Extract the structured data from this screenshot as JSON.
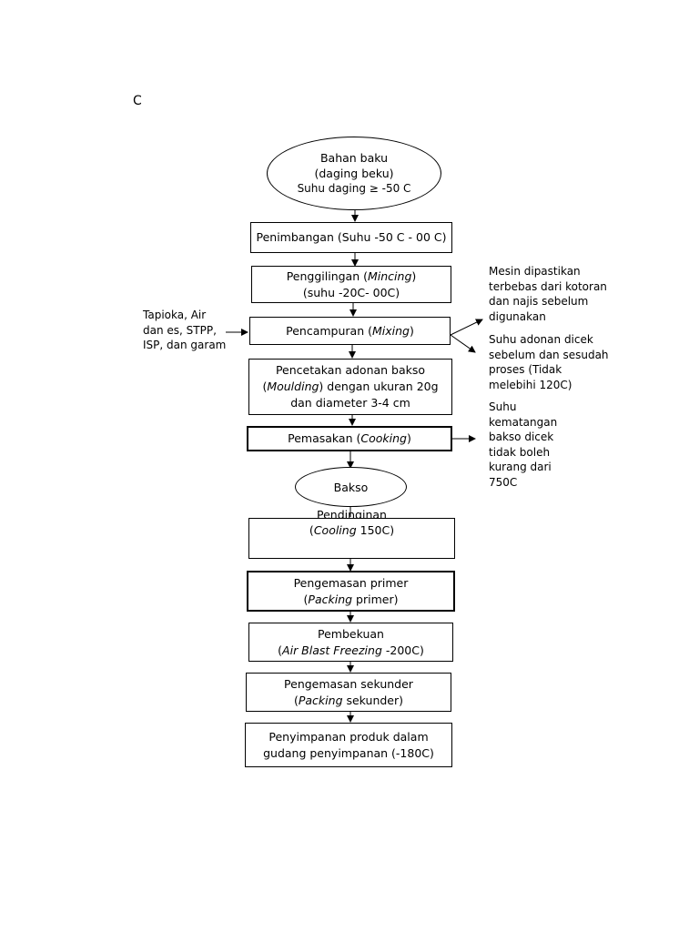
{
  "corner_label": "C",
  "start": {
    "line1": "Bahan baku",
    "line2": "(daging beku)",
    "line3": "Suhu daging ≥ -50 C"
  },
  "steps": [
    {
      "line1_pre": "Penimbangan (Suhu -50 C - 00 C)"
    },
    {
      "line1_pre": "Penggilingan (",
      "line1_it": "Mincing",
      "line1_post": ")",
      "line2": "(suhu -20C- 00C)"
    },
    {
      "line1_pre": "Pencampuran (",
      "line1_it": "Mixing",
      "line1_post": ")"
    },
    {
      "line1_pre": "Pencetakan adonan bakso",
      "line2_pre": "(",
      "line2_it": "Moulding",
      "line2_post": ") dengan ukuran 20g",
      "line3": "dan diameter 3-4 cm"
    },
    {
      "line1_pre": "Pemasakan (",
      "line1_it": "Cooking",
      "line1_post": ")"
    },
    {
      "label": "Bakso"
    },
    {
      "line1_pre": "Pendinginan",
      "line2_pre": "(",
      "line2_it": "Cooling",
      "line2_post": " 150C)"
    },
    {
      "line1_pre": "Pengemasan primer",
      "line2_pre": "(",
      "line2_it": "Packing",
      "line2_post": " primer)"
    },
    {
      "line1_pre": "Pembekuan",
      "line2_pre": "(",
      "line2_it": "Air Blast Freezing",
      "line2_post": " -200C)"
    },
    {
      "line1_pre": "Pengemasan sekunder",
      "line2_pre": "(",
      "line2_it": "Packing",
      "line2_post": " sekunder)"
    },
    {
      "line1_pre": "Penyimpanan produk dalam",
      "line2_pre": "gudang penyimpanan (-180C)"
    }
  ],
  "notes": {
    "ingredients": [
      "Tapioka, Air",
      "dan es, STPP,",
      "ISP, dan garam"
    ],
    "machine": [
      "Mesin dipastikan",
      "terbebas dari kotoran",
      "dan najis sebelum",
      "digunakan"
    ],
    "dough_temp": [
      "Suhu adonan dicek",
      "sebelum dan sesudah",
      "proses (Tidak",
      "melebihi 120C)"
    ],
    "cook_temp": [
      "Suhu",
      "kematangan",
      "bakso dicek",
      "tidak boleh",
      "kurang dari",
      "750C"
    ]
  }
}
